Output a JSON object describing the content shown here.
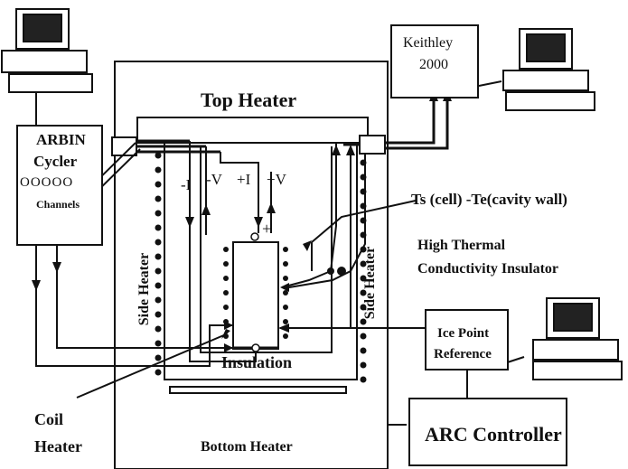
{
  "labels": {
    "top_heater": "Top Heater",
    "keithley_line1": "Keithley",
    "keithley_line2": "2000",
    "arbin_line1": "ARBIN",
    "arbin_line2": "Cycler",
    "channels": "Channels",
    "channel_circles": "OOOOO",
    "minus_i": "-I",
    "minus_v": "-V",
    "plus_i": "+I",
    "plus_v": "+V",
    "plus_sign": "+",
    "ts_te": "Ts (cell) -Te(cavity wall)",
    "high_thermal_line1": "High Thermal",
    "high_thermal_line2": "Conductivity Insulator",
    "side_heater_left": "Side Heater",
    "side_heater_right": "Side Heater",
    "insulation": "Insulation",
    "coil_line1": "Coil",
    "coil_line2": "Heater",
    "bottom_heater": "Bottom Heater",
    "ice_line1": "Ice Point",
    "ice_line2": "Reference",
    "arc_controller": "ARC Controller"
  }
}
